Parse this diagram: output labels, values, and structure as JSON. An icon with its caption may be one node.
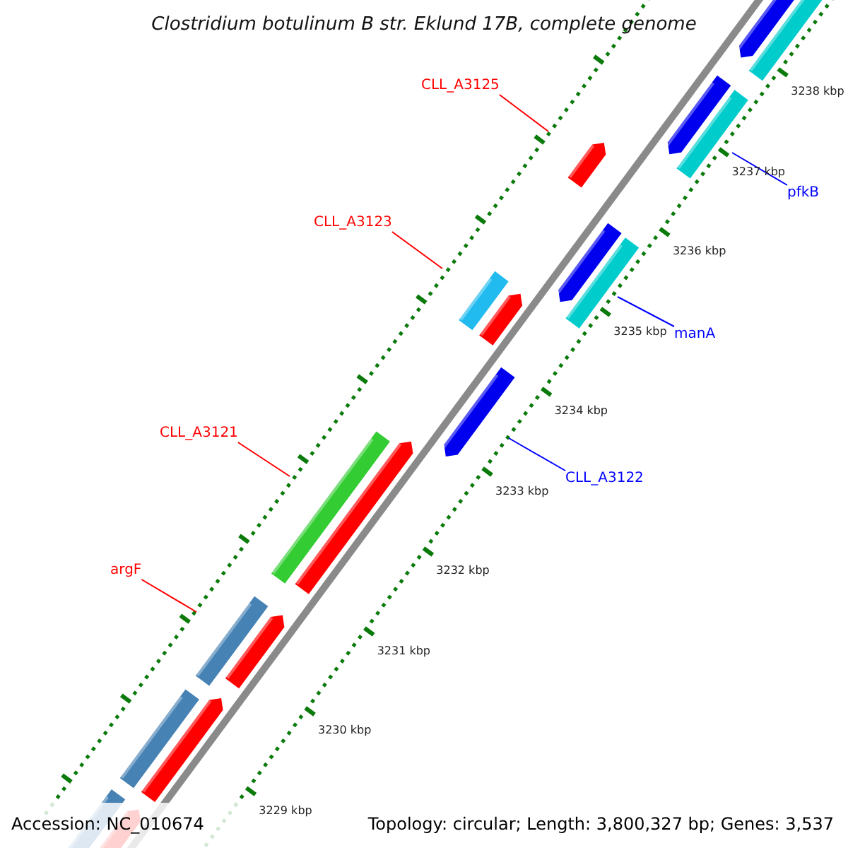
{
  "diagram": {
    "title": "Clostridium botulinum B str. Eklund 17B, complete genome",
    "nodes": [
      {
        "text": [
          "CLL_A3125"
        ]
      },
      {
        "text": [
          "pfkB"
        ]
      },
      {
        "text": [
          "CLL_A3123"
        ]
      },
      {
        "text": [
          "manA"
        ]
      },
      {
        "text": [
          "CLL_A3121"
        ]
      },
      {
        "text": [
          "CLL_A3122"
        ]
      },
      {
        "text": [
          "argF"
        ]
      }
    ],
    "edges": [
      {
        "from": 0,
        "to": null,
        "arrow": "none"
      },
      {
        "from": 1,
        "to": null,
        "arrow": "none",
        "color": "#0000ff"
      },
      {
        "from": 2,
        "to": null,
        "arrow": "none"
      },
      {
        "from": 3,
        "to": null,
        "arrow": "none",
        "color": "#0000ff"
      },
      {
        "from": 4,
        "to": null,
        "arrow": "none"
      },
      {
        "from": 5,
        "to": null,
        "arrow": "none",
        "color": "#0000ff"
      },
      {
        "from": 6,
        "to": null,
        "arrow": "none"
      }
    ],
    "labels": [
      "3238 kbp",
      "3237 kbp",
      "3236 kbp",
      "3235 kbp",
      "3234 kbp",
      "3233 kbp",
      "3232 kbp",
      "3231 kbp",
      "3230 kbp",
      "3229 kbp",
      "Accession: NC_010674",
      "Topology: circular; Length: 3,800,327 bp; Genes: 3,537"
    ]
  }
}
